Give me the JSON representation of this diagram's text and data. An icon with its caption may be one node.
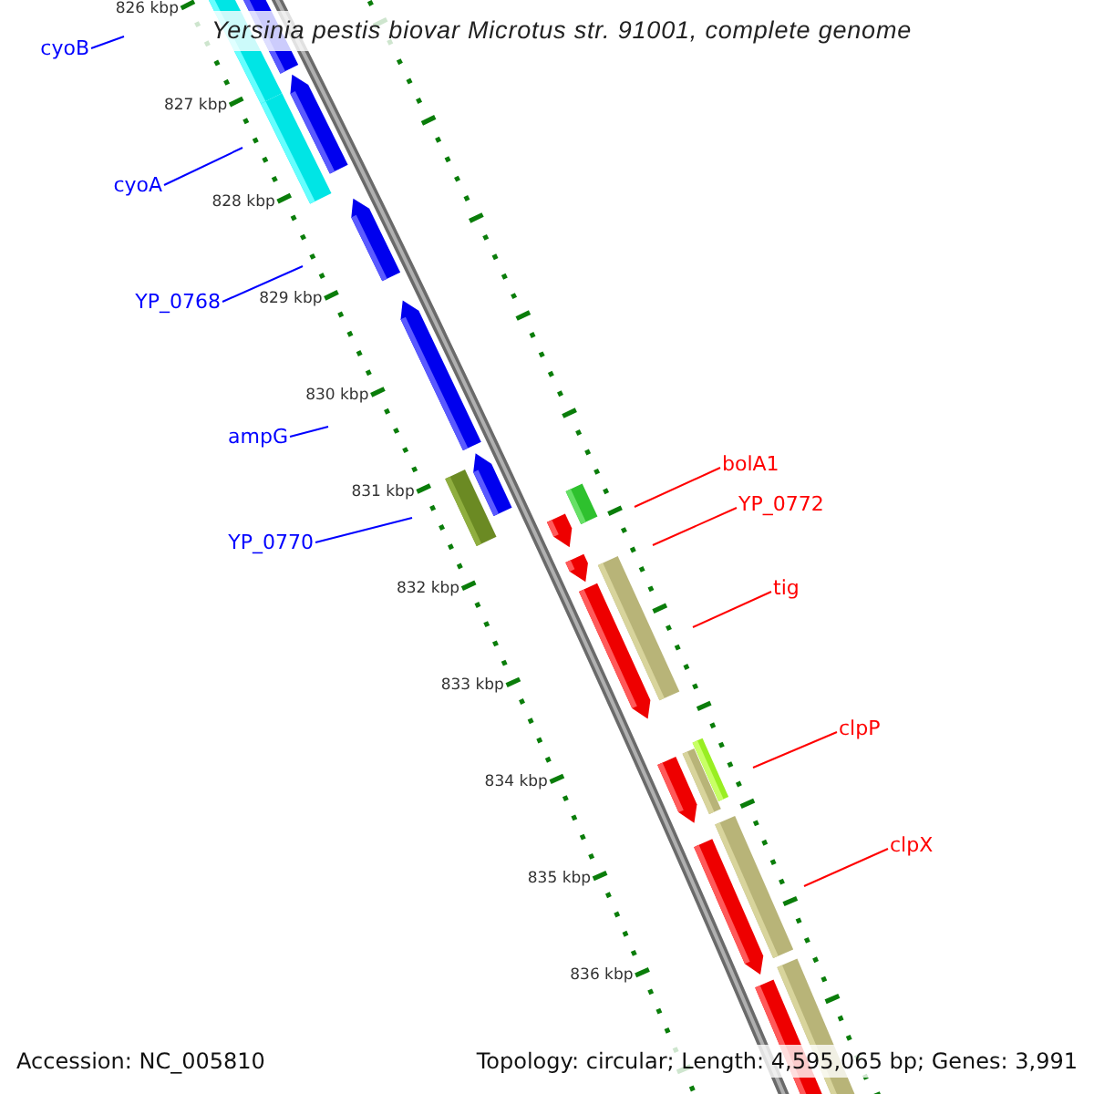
{
  "diagram": {
    "title": "Yersinia pestis biovar Microtus str. 91001, complete genome",
    "nodes": [
      {
        "text": [
          "cyoB"
        ]
      },
      {
        "text": [
          "cyoA"
        ]
      },
      {
        "text": [
          "YP_0768"
        ]
      },
      {
        "text": [
          "ampG"
        ]
      },
      {
        "text": [
          "bolA1"
        ]
      },
      {
        "text": [
          "YP_0772"
        ]
      },
      {
        "text": [
          "YP_0770"
        ]
      },
      {
        "text": [
          "tig"
        ]
      },
      {
        "text": [
          "clpP"
        ]
      },
      {
        "text": [
          "clpX"
        ]
      }
    ],
    "edges": [
      {
        "from": 0,
        "to": null,
        "arrow": "none",
        "color": "#0000ff"
      },
      {
        "from": 1,
        "to": null,
        "arrow": "none",
        "color": "#0000ff"
      },
      {
        "from": 2,
        "to": null,
        "arrow": "none",
        "color": "#0000ff"
      },
      {
        "from": 3,
        "to": null,
        "arrow": "none",
        "color": "#0000ff"
      },
      {
        "from": 4,
        "to": null,
        "arrow": "none",
        "color": "#ff0000"
      },
      {
        "from": 5,
        "to": null,
        "arrow": "none",
        "color": "#ff0000"
      },
      {
        "from": 6,
        "to": null,
        "arrow": "none",
        "color": "#0000ff"
      },
      {
        "from": 7,
        "to": null,
        "arrow": "none",
        "color": "#ff0000"
      },
      {
        "from": 8,
        "to": null,
        "arrow": "none",
        "color": "#ff0000"
      },
      {
        "from": 9,
        "to": null,
        "arrow": "none",
        "color": "#ff0000"
      }
    ],
    "labels": [
      "826 kbp",
      "827 kbp",
      "828 kbp",
      "829 kbp",
      "830 kbp",
      "831 kbp",
      "832 kbp",
      "833 kbp",
      "834 kbp",
      "835 kbp",
      "836 kbp",
      "Accession: NC_005810",
      "Topology: circular; Length: 4,595,065 bp; Genes: 3,991"
    ]
  }
}
